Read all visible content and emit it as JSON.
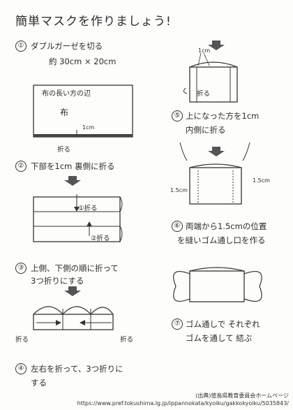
{
  "title": "簡単マスクを作りましょう!",
  "steps": [
    {
      "num": "①",
      "line1": "ダブルガーゼを切る",
      "line2": "約 30cm × 20cm"
    },
    {
      "num": "②",
      "line1": "下部を1cm 裏側に折る"
    },
    {
      "num": "③",
      "line1": "上側、下側の順に折って",
      "line2": "3つ折りにする"
    },
    {
      "num": "④",
      "line1": "左右を折って、3つ折りに",
      "line2": "する"
    },
    {
      "num": "⑤",
      "line1": "上になった方を1cm",
      "line2": "内側に折る"
    },
    {
      "num": "⑥",
      "line1": "両端から1.5cmの位置",
      "line2": "を縫いゴム通し口を作る"
    },
    {
      "num": "⑦",
      "line1": "ゴム通しで それぞれ",
      "line2": "ゴムを通して 結ぶ"
    }
  ],
  "diagram_labels": {
    "cloth_long_edge": "布の長い方の辺",
    "cloth": "布",
    "one_cm": "1cm",
    "fold": "折る",
    "fold_1": "①折る",
    "fold_2": "②折る",
    "one_point_five_cm": "1.5cm"
  },
  "footer": {
    "line1": "(出典)徳島県教育委員会ホームページ",
    "line2": "https://www.pref.tokushima.lg.jp/ippannokata/kyoiku/gakkokyoiku/5035843/"
  }
}
